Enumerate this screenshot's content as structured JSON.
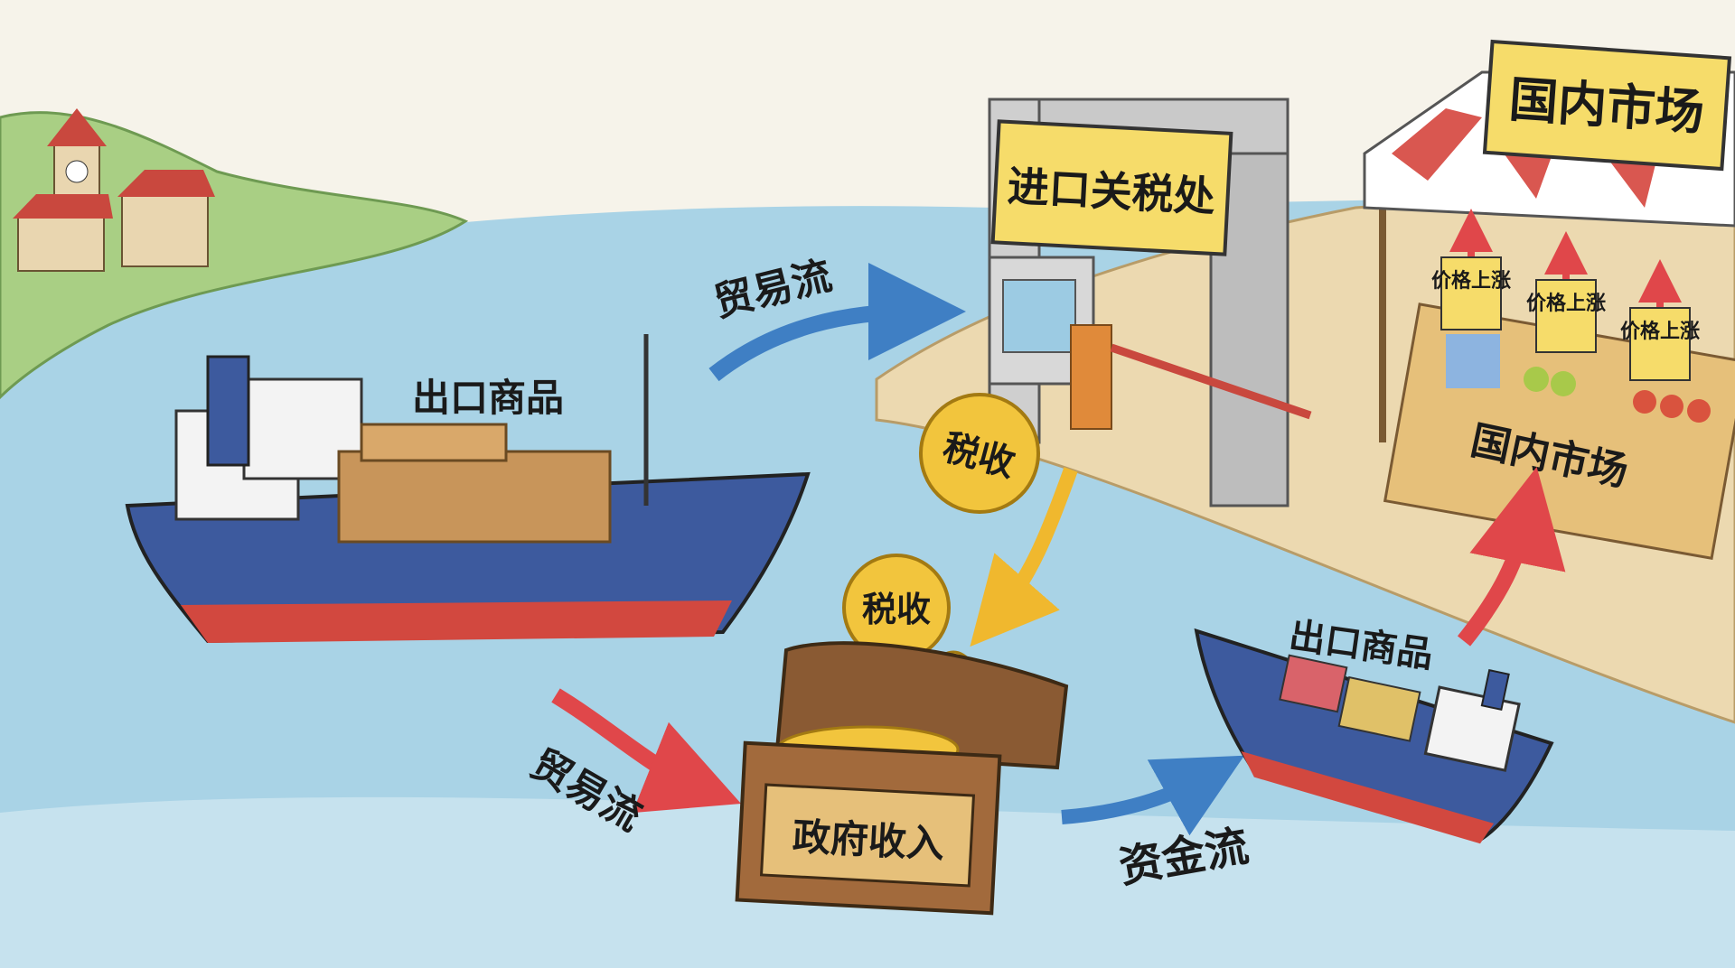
{
  "scene": {
    "market_sign": "国内市场",
    "customs_sign": "进口关税处",
    "trade_flow_top": "贸易流",
    "export_goods_big_ship": "出口商品",
    "tax_coin_1": "税收",
    "tax_coin_2": "税收",
    "price_tags": [
      "价格上涨",
      "价格上涨",
      "价格上涨"
    ],
    "market_stall_label": "国内市场",
    "export_goods_small_ship": "出口商品",
    "trade_flow_bottom": "贸易流",
    "government_revenue": "政府收入",
    "money_flow": "资金流"
  },
  "colors": {
    "water": "#a9d3e6",
    "ship_hull": "#3d5a9e",
    "ship_bottom": "#d2483f",
    "coin": "#f2c53d",
    "arrow_blue": "#3f7fc4",
    "arrow_red": "#e0474a",
    "arrow_yellow": "#f0b82e",
    "dock": "#ecd9b0",
    "sign": "#f6dc6a"
  }
}
